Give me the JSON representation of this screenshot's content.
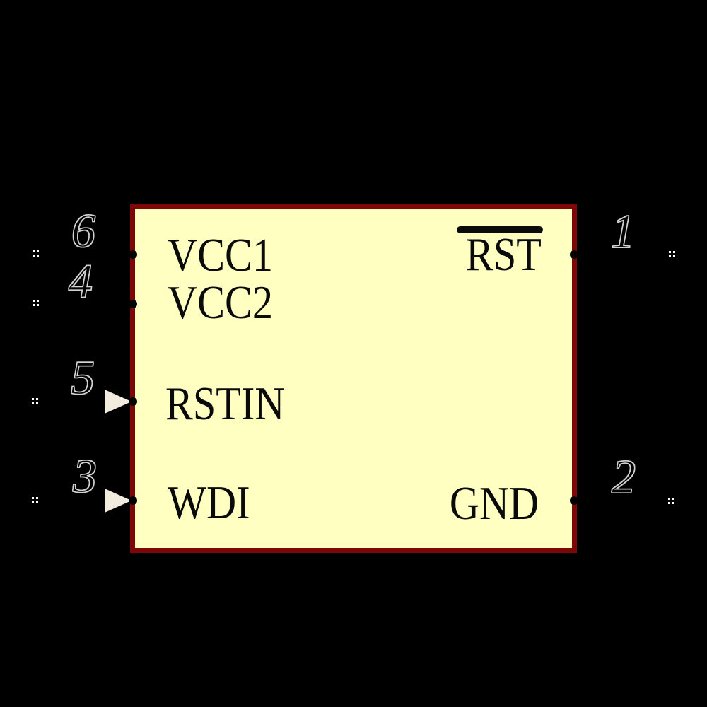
{
  "component": {
    "kind": "schematic-symbol",
    "colors": {
      "background": "#000000",
      "body_fill": "#ffffc2",
      "body_border": "#7d0606",
      "pin_name_text": "#0a0a0a",
      "pin_number_outline": "#d4d4d4",
      "input_arrow_fill": "#f2ecdf",
      "pin_end_marker": "#ffffff"
    },
    "pins": [
      {
        "number": "6",
        "name": "VCC1",
        "side": "left",
        "input_arrow": false,
        "overline": false
      },
      {
        "number": "4",
        "name": "VCC2",
        "side": "left",
        "input_arrow": false,
        "overline": false
      },
      {
        "number": "5",
        "name": "RSTIN",
        "side": "left",
        "input_arrow": true,
        "overline": false
      },
      {
        "number": "3",
        "name": "WDI",
        "side": "left",
        "input_arrow": true,
        "overline": false
      },
      {
        "number": "1",
        "name": "RST",
        "side": "right",
        "input_arrow": false,
        "overline": true
      },
      {
        "number": "2",
        "name": "GND",
        "side": "right",
        "input_arrow": false,
        "overline": false
      }
    ]
  }
}
